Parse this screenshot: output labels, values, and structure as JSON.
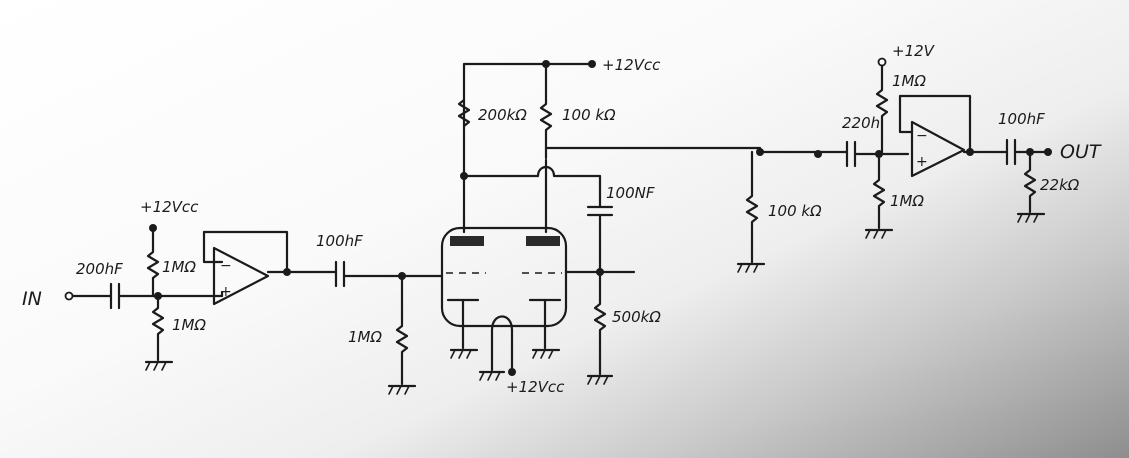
{
  "labels": {
    "in": "IN",
    "out": "OUT",
    "vcc_top": "+12Vcc",
    "vcc_op1": "+12Vcc",
    "vcc_heater": "+12Vcc",
    "vcc_op2": "+12V",
    "c_in": "200hF",
    "r_bias_top": "1MΩ",
    "r_bias_bot": "1MΩ",
    "c_couple": "100hF",
    "r_grid": "1MΩ",
    "r_plate1": "200kΩ",
    "r_plate2": "100 kΩ",
    "c_bypass": "100NF",
    "r_cathode": "500kΩ",
    "r_load": "100 kΩ",
    "c_op2": "220h",
    "r_op2_top": "1MΩ",
    "r_op2_bot": "1MΩ",
    "c_out": "100hF",
    "r_out": "22kΩ",
    "opamp_minus": "−",
    "opamp_plus": "+"
  }
}
